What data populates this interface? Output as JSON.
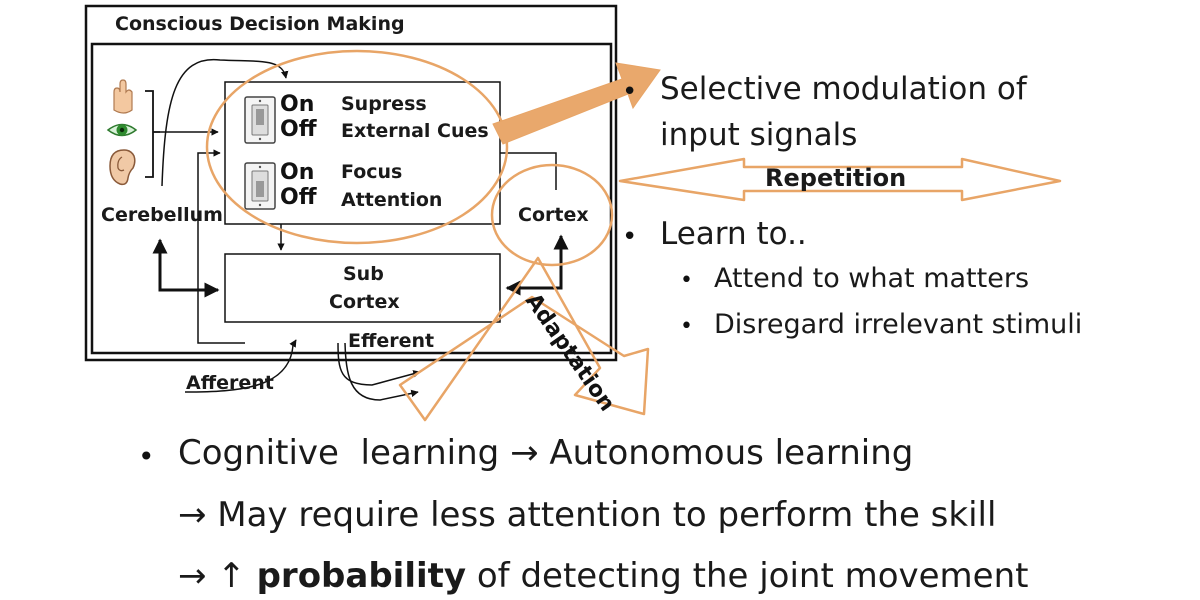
{
  "diagram": {
    "outer_title": "Conscious Decision Making",
    "switch_on": "On",
    "switch_off": "Off",
    "switch1_label_line1": "Supress",
    "switch1_label_line2": "External Cues",
    "switch2_label_line1": "Focus",
    "switch2_label_line2": "Attention",
    "cerebellum": "Cerebellum",
    "cortex": "Cortex",
    "subcortex_line1": "Sub",
    "subcortex_line2": "Cortex",
    "efferent": "Efferent",
    "afferent": "Afferent",
    "repetition": "Repetition",
    "adaptation": "Adaptation",
    "sense_icons": [
      "hand-icon",
      "eye-icon",
      "ear-icon"
    ],
    "accent_color": "#e8a567",
    "arrow_fill_color": "#e9a86c"
  },
  "right_panel": {
    "bullet1_line1": "Selective modulation of",
    "bullet1_line2": "input signals",
    "bullet2": "Learn to..",
    "sub_bullets": [
      "Attend to what matters",
      "Disregard irrelevant stimuli"
    ]
  },
  "bottom": {
    "line1": "Cognitive  learning → Autonomous learning",
    "line2": "→ May require less attention to perform the skill",
    "line3_prefix": "→ ↑ ",
    "line3_bold": "probability",
    "line3_rest": " of detecting the joint movement"
  }
}
